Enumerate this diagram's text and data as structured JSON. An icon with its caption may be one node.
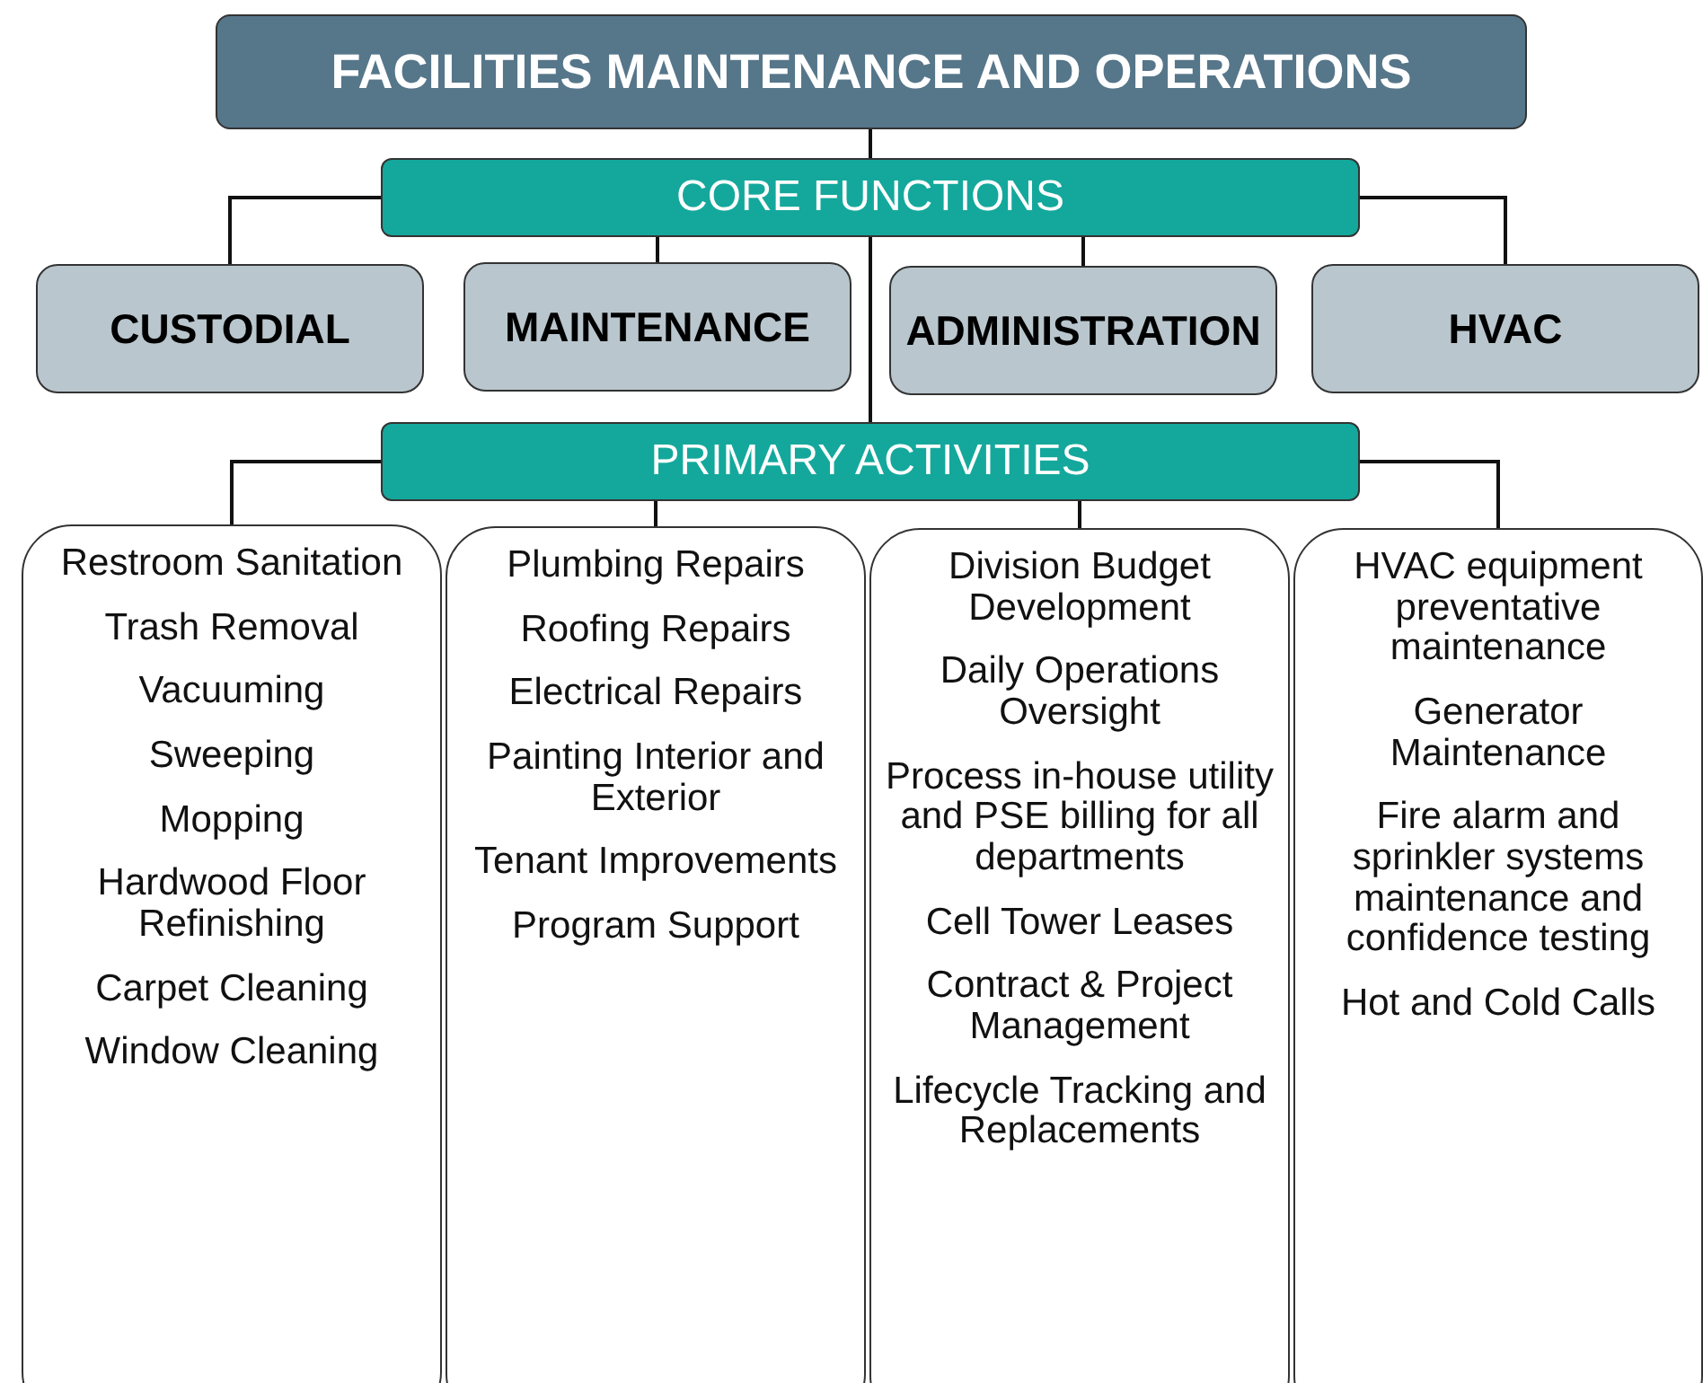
{
  "diagram": {
    "nodes": [
      {
        "text": [
          "FACILITIES MAINTENANCE AND OPERATIONS"
        ]
      },
      {
        "text": [
          "CORE FUNCTIONS"
        ]
      },
      {
        "text": [
          "CUSTODIAL"
        ]
      },
      {
        "text": [
          "MAINTENANCE"
        ]
      },
      {
        "text": [
          "ADMINISTRATION"
        ]
      },
      {
        "text": [
          "HVAC"
        ]
      },
      {
        "text": [
          "PRIMARY ACTIVITIES"
        ]
      },
      {
        "text": [
          "Restroom Sanitation",
          "Trash Removal",
          "Vacuuming",
          "Sweeping",
          "Mopping",
          "Hardwood Floor Refinishing",
          "Carpet Cleaning",
          "Window Cleaning"
        ]
      },
      {
        "text": [
          "Plumbing Repairs",
          "Roofing Repairs",
          "Electrical Repairs",
          "Painting Interior and Exterior",
          "Tenant Improvements",
          "Program Support"
        ]
      },
      {
        "text": [
          "Division Budget Development",
          "Daily Operations Oversight",
          "Process in-house utility and PSE billing for all departments",
          "Cell Tower Leases",
          "Contract & Project Management",
          "Lifecycle Tracking and Replacements"
        ]
      },
      {
        "text": [
          "HVAC equipment preventative maintenance",
          "Generator Maintenance",
          "Fire alarm and sprinkler systems maintenance and confidence testing",
          "Hot and Cold Calls"
        ]
      }
    ],
    "edges": [
      {
        "from": 0,
        "to": 1,
        "arrow": "none"
      },
      {
        "from": 1,
        "to": 2,
        "arrow": "none"
      },
      {
        "from": 1,
        "to": 3,
        "arrow": "none"
      },
      {
        "from": 1,
        "to": 4,
        "arrow": "none"
      },
      {
        "from": 1,
        "to": 5,
        "arrow": "none"
      },
      {
        "from": 1,
        "to": 6,
        "arrow": "none"
      },
      {
        "from": 6,
        "to": 7,
        "arrow": "none"
      },
      {
        "from": 6,
        "to": 8,
        "arrow": "none"
      },
      {
        "from": 6,
        "to": 9,
        "arrow": "none"
      },
      {
        "from": 6,
        "to": 10,
        "arrow": "none"
      }
    ]
  }
}
